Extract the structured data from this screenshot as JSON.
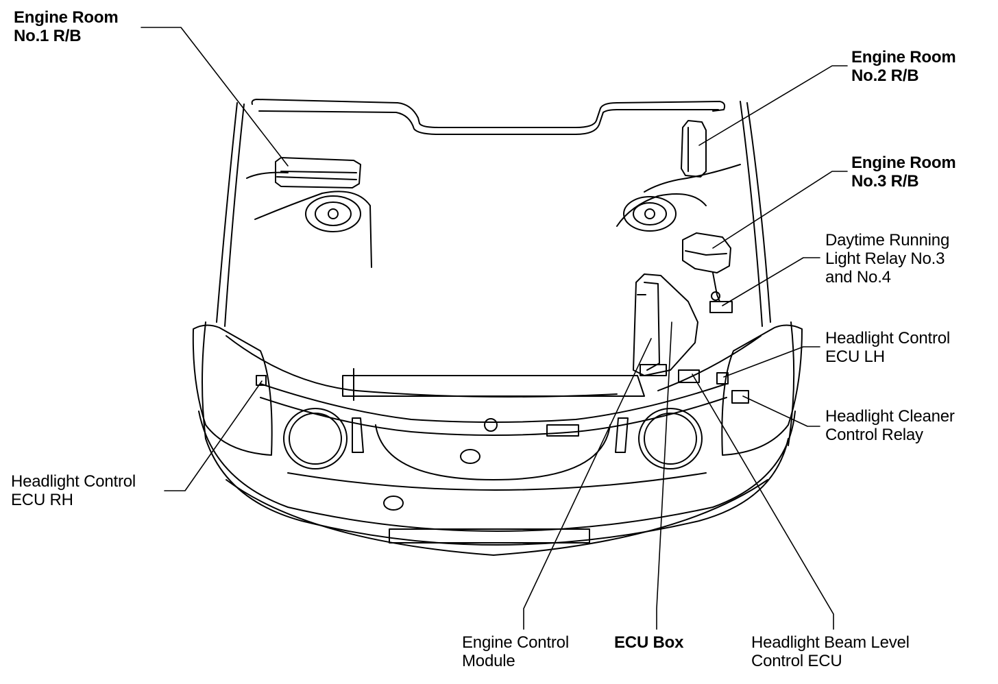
{
  "labels": {
    "er1": {
      "lines": [
        "Engine Room",
        "No.1 R/B"
      ],
      "weight": "bold"
    },
    "er2": {
      "lines": [
        "Engine Room",
        "No.2 R/B"
      ],
      "weight": "bold"
    },
    "er3": {
      "lines": [
        "Engine Room",
        "No.3 R/B"
      ],
      "weight": "bold"
    },
    "drl": {
      "lines": [
        "Daytime Running",
        "Light Relay No.3",
        "and No.4"
      ],
      "weight": "regular"
    },
    "hclh": {
      "lines": [
        "Headlight Control",
        "ECU LH"
      ],
      "weight": "regular"
    },
    "hccr": {
      "lines": [
        "Headlight Cleaner",
        "Control Relay"
      ],
      "weight": "regular"
    },
    "hcrh": {
      "lines": [
        "Headlight Control",
        "ECU RH"
      ],
      "weight": "regular"
    },
    "ecm": {
      "lines": [
        "Engine Control",
        "Module"
      ],
      "weight": "regular"
    },
    "ecubox": {
      "lines": [
        "ECU Box"
      ],
      "weight": "bold"
    },
    "hblc": {
      "lines": [
        "Headlight Beam Level",
        "Control ECU"
      ],
      "weight": "regular"
    }
  },
  "colors": {
    "ink": "#000000",
    "paper": "#ffffff"
  }
}
